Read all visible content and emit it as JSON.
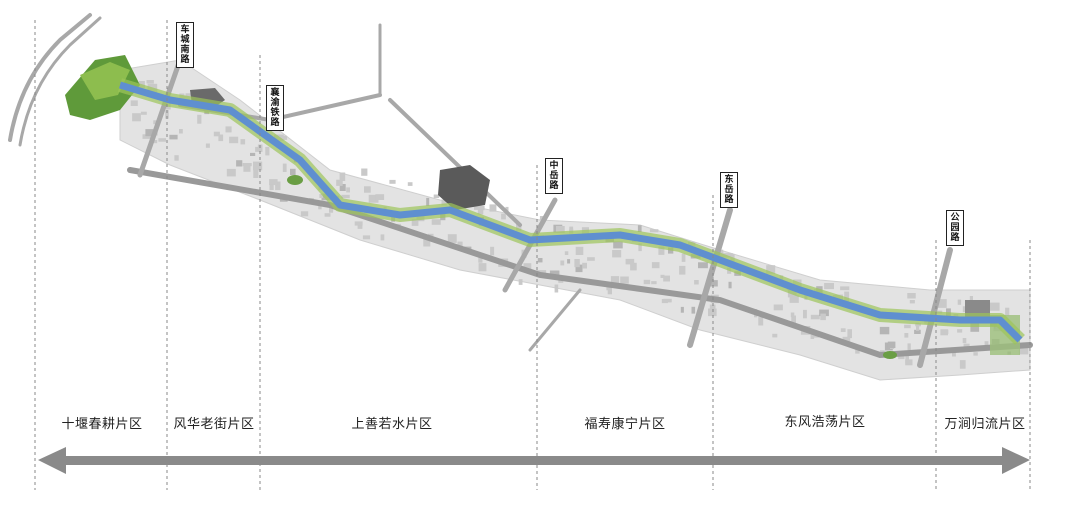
{
  "roads": [
    {
      "id": "road-chengchemeng",
      "label": "车城南路"
    },
    {
      "id": "road-xiangyu-railway",
      "label": "襄渝铁路"
    },
    {
      "id": "road-zhongyue",
      "label": "中岳路"
    },
    {
      "id": "road-dongyue",
      "label": "东岳路"
    },
    {
      "id": "road-gongyuan",
      "label": "公园路"
    }
  ],
  "zones": [
    {
      "id": "zone-shiyan-chungeng",
      "label": "十堰春耕片区"
    },
    {
      "id": "zone-fenghua-laojie",
      "label": "风华老街片区"
    },
    {
      "id": "zone-shangshan-ruoshui",
      "label": "上善若水片区"
    },
    {
      "id": "zone-fushou-kangning",
      "label": "福寿康宁片区"
    },
    {
      "id": "zone-dongfeng-haodang",
      "label": "东风浩荡片区"
    },
    {
      "id": "zone-wanjian-guiliu",
      "label": "万涧归流片区"
    }
  ],
  "colors": {
    "river": "#5f8fd0",
    "riverbank_green": "#9cc45a",
    "park_green": "#5f9a3a",
    "building": "#d8d8d8",
    "road": "#a8a8a8",
    "arrow": "#8a8a8a"
  },
  "icons": {
    "arrow": "double-headed-arrow-icon"
  }
}
